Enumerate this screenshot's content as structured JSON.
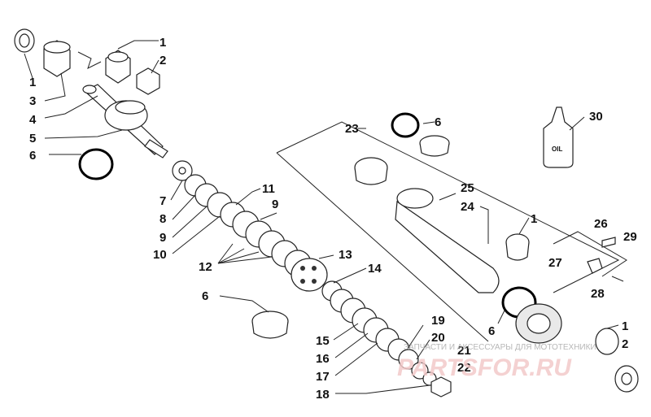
{
  "callouts": {
    "n1a": "1",
    "n2a": "2",
    "n1b": "1",
    "n3": "3",
    "n4": "4",
    "n5": "5",
    "n6a": "6",
    "n7": "7",
    "n8": "8",
    "n9a": "9",
    "n10": "10",
    "n11": "11",
    "n9b": "9",
    "n12": "12",
    "n13": "13",
    "n14": "14",
    "n6b": "6",
    "n15": "15",
    "n16": "16",
    "n17": "17",
    "n18": "18",
    "n19": "19",
    "n20": "20",
    "n21": "21",
    "n22": "22",
    "n23": "23",
    "n6c": "6",
    "n25": "25",
    "n24": "24",
    "n1c": "1",
    "n26": "26",
    "n29": "29",
    "n27": "27",
    "n28": "28",
    "n6d": "6",
    "n1d": "1",
    "n2b": "2",
    "n30": "30"
  },
  "oil_label": "OIL",
  "watermark": {
    "caption": "ЗАПЧАСТИ И АКСЕССУАРЫ ДЛЯ МОТОТЕХНИКИ",
    "logo": "PARTSFOR.RU",
    "color": "#e05050"
  }
}
